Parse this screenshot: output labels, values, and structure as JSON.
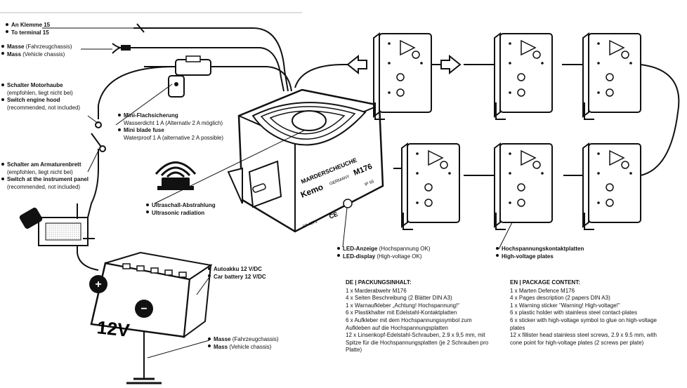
{
  "labels": {
    "terminal15": {
      "de": "An Klemme 15",
      "en": "To terminal 15"
    },
    "mass_top": {
      "de_bold": "Masse",
      "de": " (Fahrzeugchassis)",
      "en_bold": "Mass",
      "en": " (Vehicle chassis)"
    },
    "hood": {
      "de_bold": "Schalter Motorhaube",
      "de_note": "(empfohlen, liegt nicht bei)",
      "en_bold": "Switch engine hood",
      "en_note": "(recommended, not included)"
    },
    "dash": {
      "de_bold": "Schalter am Armaturenbrett",
      "de_note": "(empfohlen, liegt nicht bei)",
      "en_bold": "Switch at the instrument panel",
      "en_note": "(recommended, not included)"
    },
    "fuse": {
      "de_bold": "Mini-Flachsicherung",
      "de": "Wasserdicht 1 A (Alternativ 2 A möglich)",
      "en_bold": "Mini blade fuse",
      "en": "Waterproof 1 A (alternative 2 A possible)"
    },
    "ultrasonic": {
      "de": "Ultraschall-Abstrahlung",
      "en": "Ultrasonic radiation"
    },
    "led": {
      "de_bold": "LED-Anzeige",
      "de": " (Hochspannung OK)",
      "en_bold": "LED-display",
      "en": " (High-voltage OK)"
    },
    "plates": {
      "de": "Hochspannungskontaktplatten",
      "en": "High-voltage plates"
    },
    "battery_lbl": {
      "de": "Autoakku 12 V/DC",
      "en": "Car battery 12 V/DC"
    },
    "mass_bottom": {
      "de_bold": "Masse",
      "de": " (Fahrzeugchassis)",
      "en_bold": "Mass",
      "en": " (Vehicle chassis)"
    }
  },
  "device": {
    "name_de": "MARDERSCHEUCHE",
    "brand": "Kemo",
    "country": "GERMANY",
    "model": "M176",
    "ip": "IP 65",
    "code": "07 4071",
    "ce": "CE"
  },
  "battery": {
    "voltage": "12V",
    "plus": "+",
    "minus": "−"
  },
  "package_de": {
    "heading": "DE | PACKUNGSINHALT:",
    "items": [
      "1 x Marderabwehr M176",
      "4 x Seiten Beschreibung (2 Blätter DIN A3)",
      "1 x Warnaufkleber „Achtung! Hochspannung!“",
      "6 x Plastikhalter mit Edelstahl-Kontaktplatten",
      "6 x Aufkleber mit dem Hochspannungssymbol zum Aufkleben auf die Hochspannungsplatten",
      "12 x Linsenkopf-Edelstahl-Schrauben, 2.9 x 9,5 mm, mit Spitze für die Hochspannungsplatten (je 2 Schrauben pro Platte)"
    ]
  },
  "package_en": {
    "heading": "EN | PACKAGE CONTENT:",
    "items": [
      "1 x Marten Defence M176",
      "4 x Pages description (2 papers DIN A3)",
      "1 x Warning sticker \"Warning! High-voltage!\"",
      "6 x plastic holder with stainless steel contact-plates",
      "6 x sticker with high-voltage symbol to glue on high-voltage plates",
      "12 x fillister head stainless steel screws, 2.9 x 9.5 mm, with cone point for high-voltage plates (2 screws per plate)"
    ]
  }
}
